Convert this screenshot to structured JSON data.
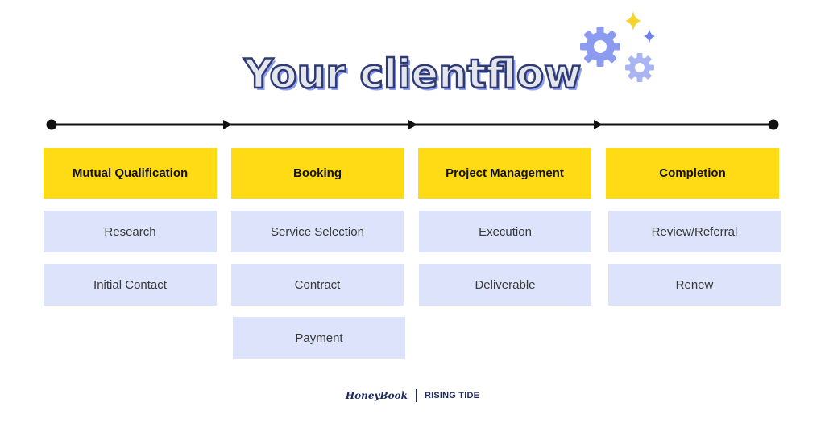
{
  "title": "Your clientflow",
  "colors": {
    "stage_header": "#ffdb15",
    "step_box": "#dde3fb",
    "title_outline": "#2d3a73",
    "title_shadow": "#8f9ef0",
    "gear": "#8b9bf0",
    "sparkle_yellow": "#f5d327",
    "sparkle_blue": "#6f80ea"
  },
  "icons": [
    "gear-icon",
    "gear-icon",
    "sparkle-icon",
    "sparkle-icon"
  ],
  "stages": [
    {
      "label": "Mutual Qualification",
      "steps": [
        "Research",
        "Initial Contact"
      ]
    },
    {
      "label": "Booking",
      "steps": [
        "Service Selection",
        "Contract",
        "Payment"
      ]
    },
    {
      "label": "Project Management",
      "steps": [
        "Execution",
        "Deliverable"
      ]
    },
    {
      "label": "Completion",
      "steps": [
        "Review/Referral",
        "Renew"
      ]
    }
  ],
  "footer": {
    "brand_left": "HoneyBook",
    "brand_right": "RISING TIDE"
  }
}
